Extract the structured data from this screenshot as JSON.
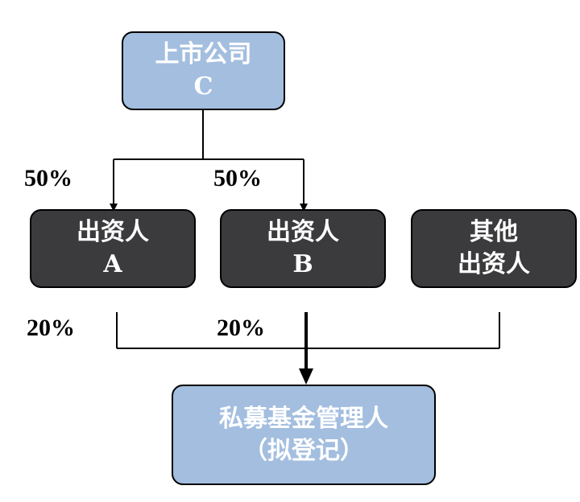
{
  "nodes": {
    "listed_company": {
      "line1": "上市公司",
      "line2": "C"
    },
    "investor_a": {
      "line1": "出资人",
      "line2": "A"
    },
    "investor_b": {
      "line1": "出资人",
      "line2": "B"
    },
    "other_investors": {
      "line1": "其他",
      "line2": "出资人"
    },
    "private_fund_manager": {
      "line1": "私募基金管理人",
      "line2": "（拟登记）"
    }
  },
  "edges": {
    "c_to_a": "50%",
    "c_to_b": "50%",
    "a_to_manager": "20%",
    "b_to_manager": "20%"
  },
  "colors": {
    "light_box": "#a3bedf",
    "dark_box": "#3b3a3c"
  }
}
